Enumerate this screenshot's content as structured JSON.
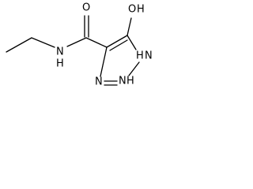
{
  "diagram": {
    "type": "chemical-structure",
    "atom_labels": {
      "amide_n": "N",
      "amide_h": "H",
      "carbonyl_o": "O",
      "ring_oh_o": "O",
      "ring_oh_h": "H",
      "ring_n1": "N",
      "ring_n1_h": "H",
      "ring_n2": "N",
      "ring_n2_h": "H",
      "ring_n3": "N"
    },
    "colors": {
      "bond": "#000000",
      "label": "#000000",
      "background": "#ffffff"
    }
  }
}
